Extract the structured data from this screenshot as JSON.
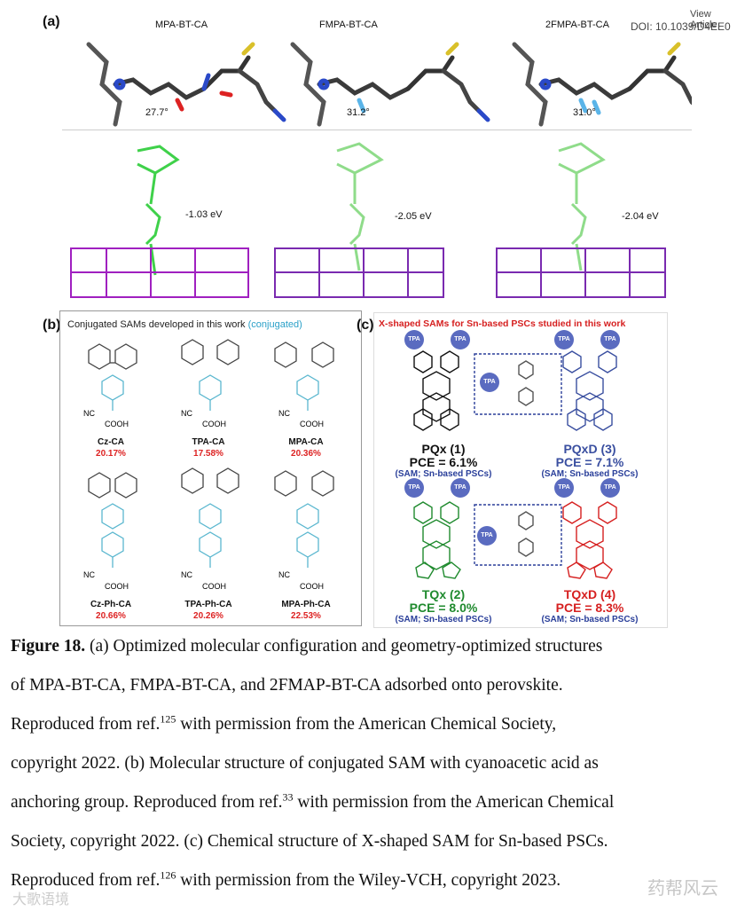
{
  "header": {
    "view_article": "View Article",
    "doi": "DOI: 10.1039/D4EE0"
  },
  "panel_a": {
    "letter": "(a)",
    "molecules": [
      {
        "name": "MPA-BT-CA",
        "angle": "27.7°",
        "energy": "-1.03 eV"
      },
      {
        "name": "FMPA-BT-CA",
        "angle": "31.2°",
        "energy": "-2.05 eV"
      },
      {
        "name": "2FMPA-BT-CA",
        "angle": "31.0°",
        "energy": "-2.04 eV"
      }
    ]
  },
  "panel_b": {
    "letter": "(b)",
    "title": "Conjugated SAMs developed in this work",
    "title_highlight": "(conjugated)",
    "items": [
      {
        "name": "Cz-CA",
        "pce": "20.17%"
      },
      {
        "name": "TPA-CA",
        "pce": "17.58%"
      },
      {
        "name": "MPA-CA",
        "pce": "20.36%"
      },
      {
        "name": "Cz-Ph-CA",
        "pce": "20.66%"
      },
      {
        "name": "TPA-Ph-CA",
        "pce": "20.26%"
      },
      {
        "name": "MPA-Ph-CA",
        "pce": "22.53%"
      }
    ],
    "group_labels": {
      "nc": "NC",
      "cooh": "COOH"
    }
  },
  "panel_c": {
    "letter": "(c)",
    "title": "X-shaped SAMs for Sn-based PSCs studied in this work",
    "tpa": "TPA",
    "sub": "(SAM; Sn-based PSCs)",
    "items": [
      {
        "name": "PQx (1)",
        "pce": "PCE = 6.1%",
        "color": "#111111"
      },
      {
        "name": "PQxD (3)",
        "pce": "PCE = 7.1%",
        "color": "#3a4fa0"
      },
      {
        "name": "TQx (2)",
        "pce": "PCE = 8.0%",
        "color": "#1f8a2e"
      },
      {
        "name": "TQxD (4)",
        "pce": "PCE = 8.3%",
        "color": "#d62020"
      }
    ]
  },
  "caption": {
    "label": "Figure 18.",
    "line1": " (a) Optimized molecular configuration and geometry-optimized structures",
    "line2": "of MPA-BT-CA, FMPA-BT-CA, and 2FMAP-BT-CA adsorbed onto perovskite.",
    "line3a": "Reproduced from ref.",
    "ref1": "125",
    "line3b": " with permission from the American Chemical Society,",
    "line4": "copyright 2022. (b) Molecular structure of conjugated SAM with cyanoacetic acid as",
    "line5a": "anchoring group. Reproduced from ref.",
    "ref2": "33",
    "line5b": " with permission from the American Chemical",
    "line6": "Society, copyright 2022. (c) Chemical structure of X-shaped SAM for Sn-based PSCs.",
    "line7a": "Reproduced from ref.",
    "ref3": "126",
    "line7b": " with permission from the Wiley-VCH, copyright 2023."
  },
  "watermark": {
    "left": "大歌语境",
    "right": "药帮风云"
  }
}
